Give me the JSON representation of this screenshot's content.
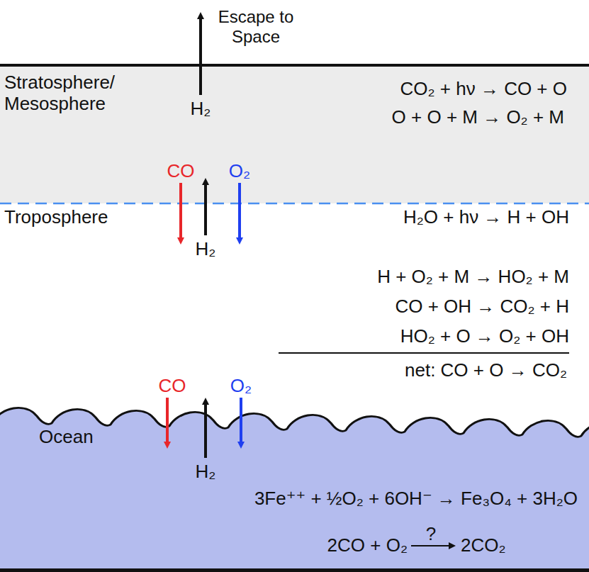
{
  "diagram": {
    "nodes": [
      {
        "text": [
          "Stratosphere/ Mesosphere",
          "CO₂ + hν → CO + O",
          "O + O + M → O₂ + M"
        ]
      },
      {
        "text": [
          "Troposphere",
          "H₂O + hν → H + OH",
          "H + O₂ + M → HO₂ + M",
          "CO + OH → CO₂ + H",
          "HO₂ + O → O₂ + OH",
          "net: CO + O → CO₂"
        ]
      },
      {
        "text": [
          "Ocean",
          "3Fe⁺⁺ + ½O₂ + 6OH⁻ → Fe₃O₄ + 3H₂O",
          "2CO + O₂",
          "?",
          "2CO₂"
        ]
      }
    ],
    "labels": [
      "Escape to Space",
      "H₂",
      "CO",
      "O₂",
      "H₂",
      "CO",
      "O₂",
      "H₂"
    ]
  }
}
